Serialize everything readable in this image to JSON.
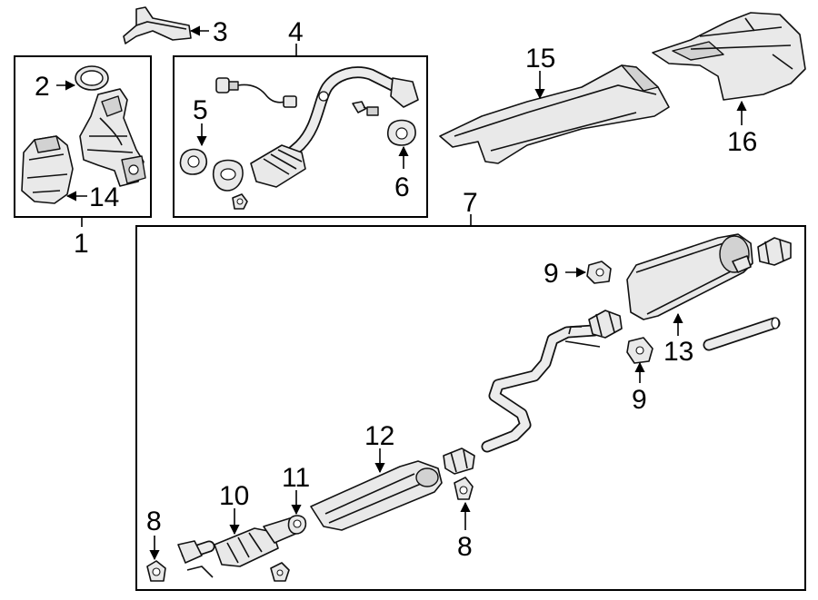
{
  "callouts": {
    "c1": "1",
    "c2": "2",
    "c3": "3",
    "c4": "4",
    "c5": "5",
    "c6": "6",
    "c7": "7",
    "c8a": "8",
    "c8b": "8",
    "c9a": "9",
    "c9b": "9",
    "c10": "10",
    "c11": "11",
    "c12": "12",
    "c13": "13",
    "c14": "14",
    "c15": "15",
    "c16": "16"
  }
}
